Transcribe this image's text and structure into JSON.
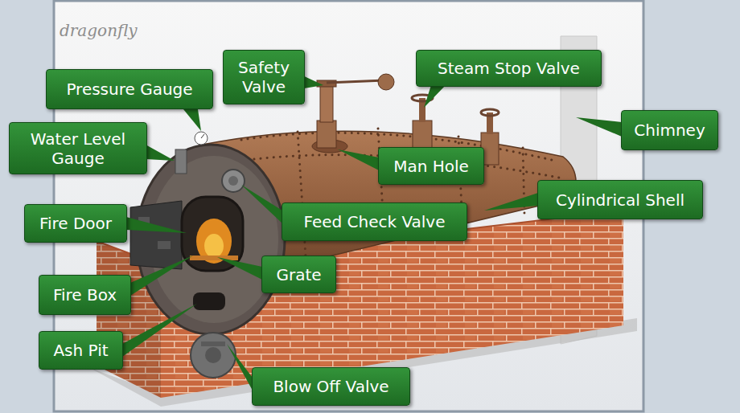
{
  "diagram": {
    "nodes": [
      {
        "text": [
          "Safety Valve"
        ]
      },
      {
        "text": [
          "Steam Stop Valve"
        ]
      },
      {
        "text": [
          "Pressure Gauge"
        ]
      },
      {
        "text": [
          "Chimney"
        ]
      },
      {
        "text": [
          "Water Level Gauge"
        ]
      },
      {
        "text": [
          "Man Hole"
        ]
      },
      {
        "text": [
          "Cylindrical Shell"
        ]
      },
      {
        "text": [
          "Fire Door"
        ]
      },
      {
        "text": [
          "Feed Check Valve"
        ]
      },
      {
        "text": [
          "Grate"
        ]
      },
      {
        "text": [
          "Fire Box"
        ]
      },
      {
        "text": [
          "Ash Pit"
        ]
      },
      {
        "text": [
          "Blow Off Valve"
        ]
      }
    ],
    "labels": [
      "dragonfly"
    ]
  }
}
